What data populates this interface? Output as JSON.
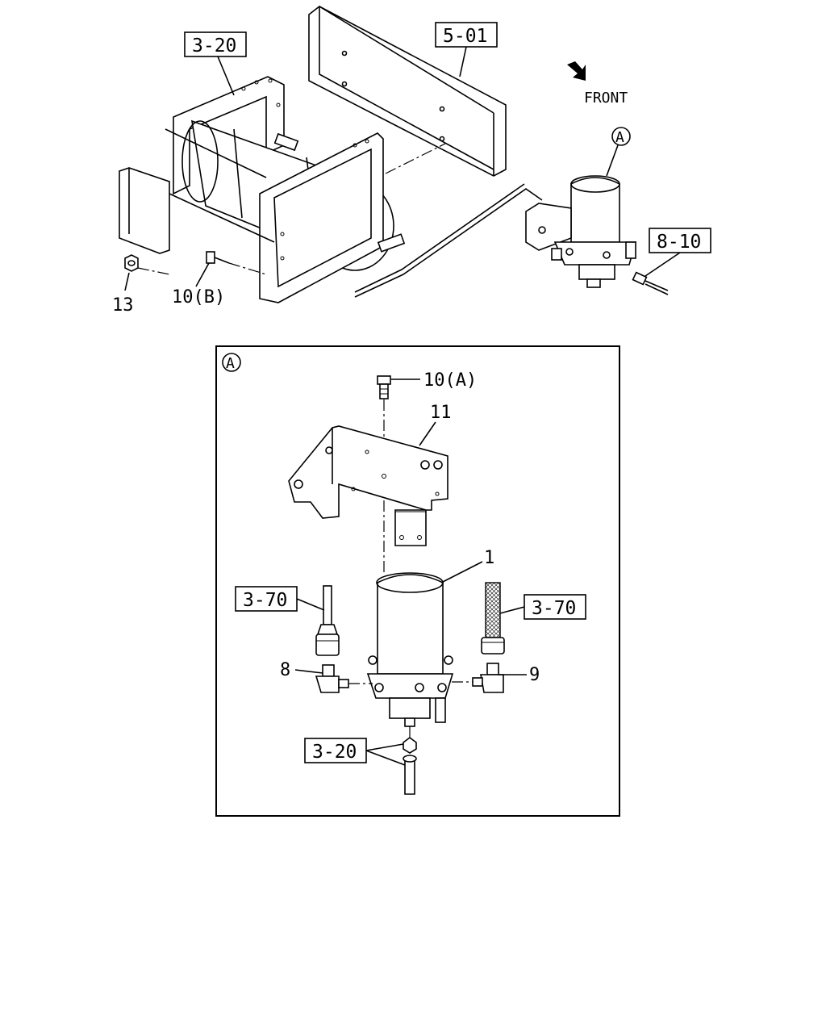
{
  "orientation": "FRONT",
  "view_marker": "A",
  "refs": {
    "ref_3_20_top": "3-20",
    "ref_5_01": "5-01",
    "ref_8_10": "8-10",
    "ref_3_70_left": "3-70",
    "ref_3_70_right": "3-70",
    "ref_3_20_bottom": "3-20"
  },
  "parts": {
    "p13": "13",
    "p10b": "10(B)",
    "p10a": "10(A)",
    "p11": "11",
    "p1": "1",
    "p8": "8",
    "p9": "9"
  },
  "colors": {
    "line": "#000000",
    "background": "#ffffff"
  }
}
